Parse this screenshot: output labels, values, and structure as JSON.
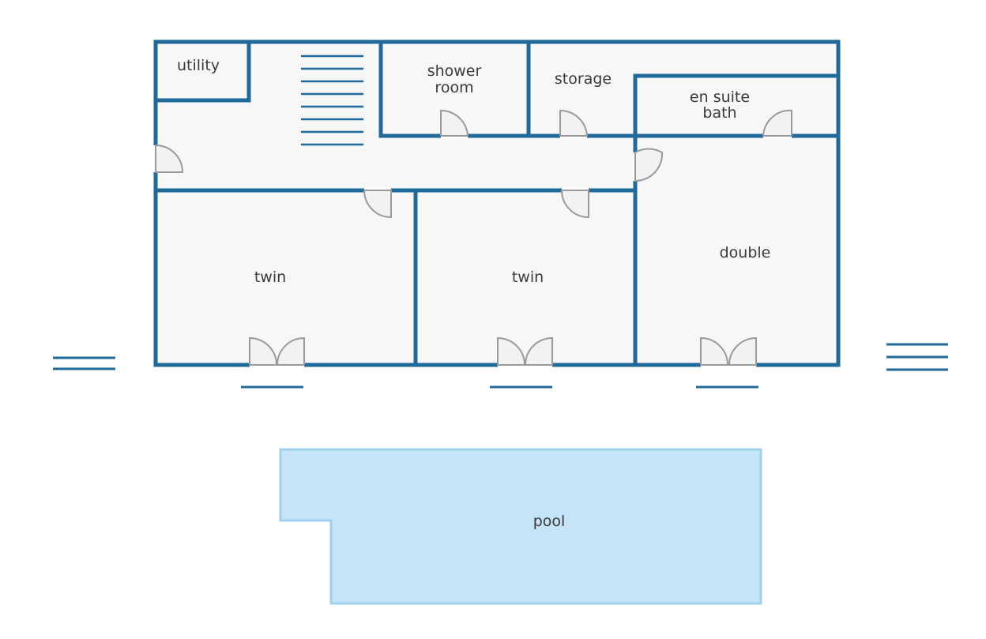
{
  "rooms": {
    "utility": "utility",
    "shower_room_1": "shower",
    "shower_room_2": "room",
    "storage": "storage",
    "en_suite_1": "en suite",
    "en_suite_2": "bath",
    "twin_left": "twin",
    "twin_middle": "twin",
    "double": "double",
    "pool": "pool"
  },
  "colors": {
    "wall": "#1f6a9a",
    "floor": "#f7f7f7",
    "pool_fill": "#c5e4f8",
    "pool_stroke": "#9ed0f0",
    "door": "#9a9a9a"
  }
}
